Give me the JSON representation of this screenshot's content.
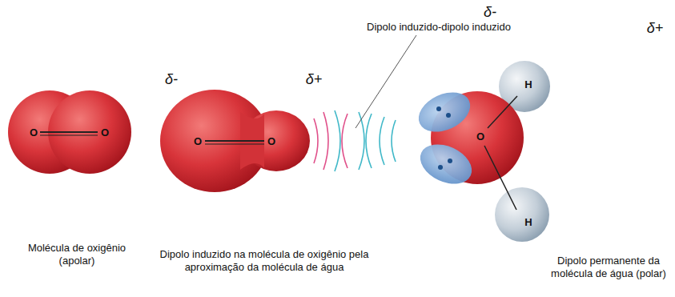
{
  "diagram": {
    "labels": [
      "Dipolo induzido-dipolo induzido",
      "δ-",
      "δ+",
      "δ-",
      "δ+",
      "O",
      "O",
      "O",
      "O",
      "O",
      "H",
      "H",
      "Molécula de oxigênio (apolar)",
      "Dipolo induzido na molécula de oxigênio pela aproximação da molécula de água",
      "Dipolo permanente da molécula de água (polar)"
    ]
  }
}
